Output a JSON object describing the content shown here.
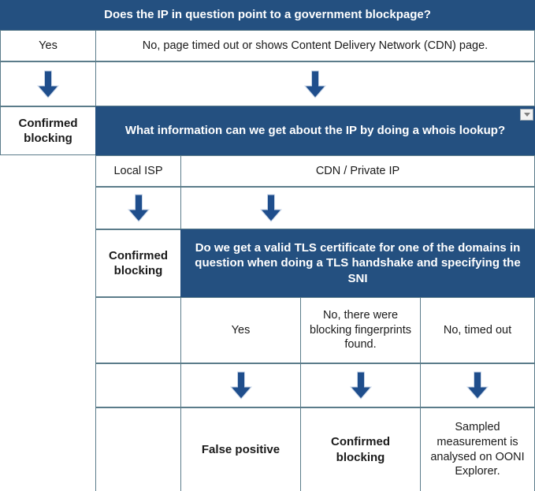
{
  "colors": {
    "banner_blue": "#245080",
    "arrow_blue": "#1f4e8c",
    "grid_border": "#5b7c8a",
    "text": "#1a1a1a",
    "banner_text": "#ffffff"
  },
  "flowchart": {
    "title": "Does the IP in question point to a government blockpage?",
    "row_branch1": {
      "yes_label": "Yes",
      "no_label": "No, page timed out or shows Content Delivery Network (CDN) page."
    },
    "outcome_blocking_1": "Confirmed blocking",
    "question_whois": "What information can we get about the IP by doing a whois lookup?",
    "filter_button": {
      "icon": "filter-dropdown-icon",
      "label": ""
    },
    "row_branch2": {
      "local_isp_label": "Local ISP",
      "cdn_label": "CDN / Private IP"
    },
    "outcome_blocking_2": "Confirmed blocking",
    "question_tls": "Do we get a valid TLS certificate for one of the domains in question when doing a TLS handshake and specifying the SNI",
    "row_branch3": {
      "yes_label": "Yes",
      "fingerprints_label": "No, there were blocking fingerprints found.",
      "timeout_label": "No, timed out"
    },
    "outcomes_final": {
      "false_positive": "False positive",
      "confirmed_blocking": "Confirmed blocking",
      "sampled": "Sampled measurement is analysed on OONI Explorer."
    },
    "arrow_icon_name": "down-arrow-icon"
  }
}
